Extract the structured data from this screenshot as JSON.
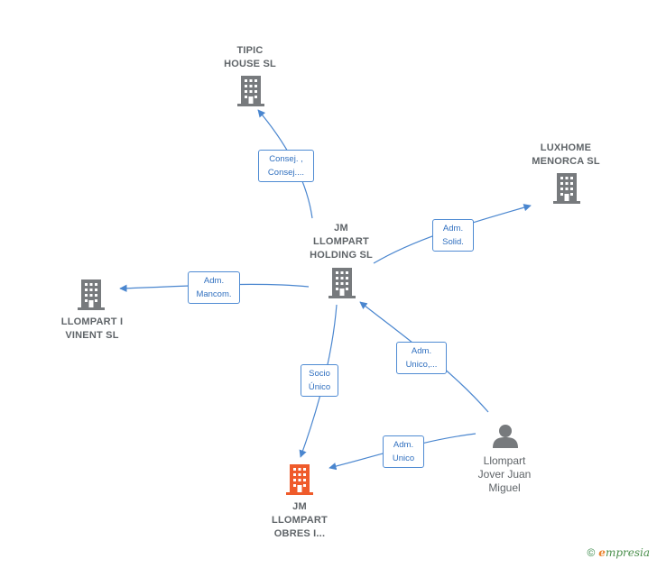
{
  "nodes": {
    "tipic": {
      "label": "TIPIC\nHOUSE  SL",
      "color": "#777a7d",
      "icon": "building-icon"
    },
    "luxhome": {
      "label": "LUXHOME\nMENORCA  SL",
      "color": "#777a7d",
      "icon": "building-icon"
    },
    "holding": {
      "label": "JM\nLLOMPART\nHOLDING  SL",
      "color": "#777a7d",
      "icon": "building-icon"
    },
    "vinent": {
      "label": "LLOMPART I\nVINENT  SL",
      "color": "#777a7d",
      "icon": "building-icon"
    },
    "obres": {
      "label": "JM\nLLOMPART\nOBRES I...",
      "color": "#ef5b2b",
      "icon": "building-icon"
    },
    "person": {
      "label": "Llompart\nJover Juan\nMiguel",
      "color": "#777a7d",
      "icon": "person-icon"
    }
  },
  "edges": {
    "holding_tipic": {
      "label": "Consej. ,\nConsej...."
    },
    "holding_luxhome": {
      "label": "Adm.\nSolid."
    },
    "holding_vinent": {
      "label": "Adm.\nMancom."
    },
    "holding_obres": {
      "label": "Socio\nÚnico"
    },
    "person_holding": {
      "label": "Adm.\nUnico,..."
    },
    "person_obres": {
      "label": "Adm.\nUnico"
    }
  },
  "edge_color": "#4a86cf",
  "footer": {
    "copyright": "©",
    "brand_initial": "e",
    "brand_rest": "mpresia"
  }
}
